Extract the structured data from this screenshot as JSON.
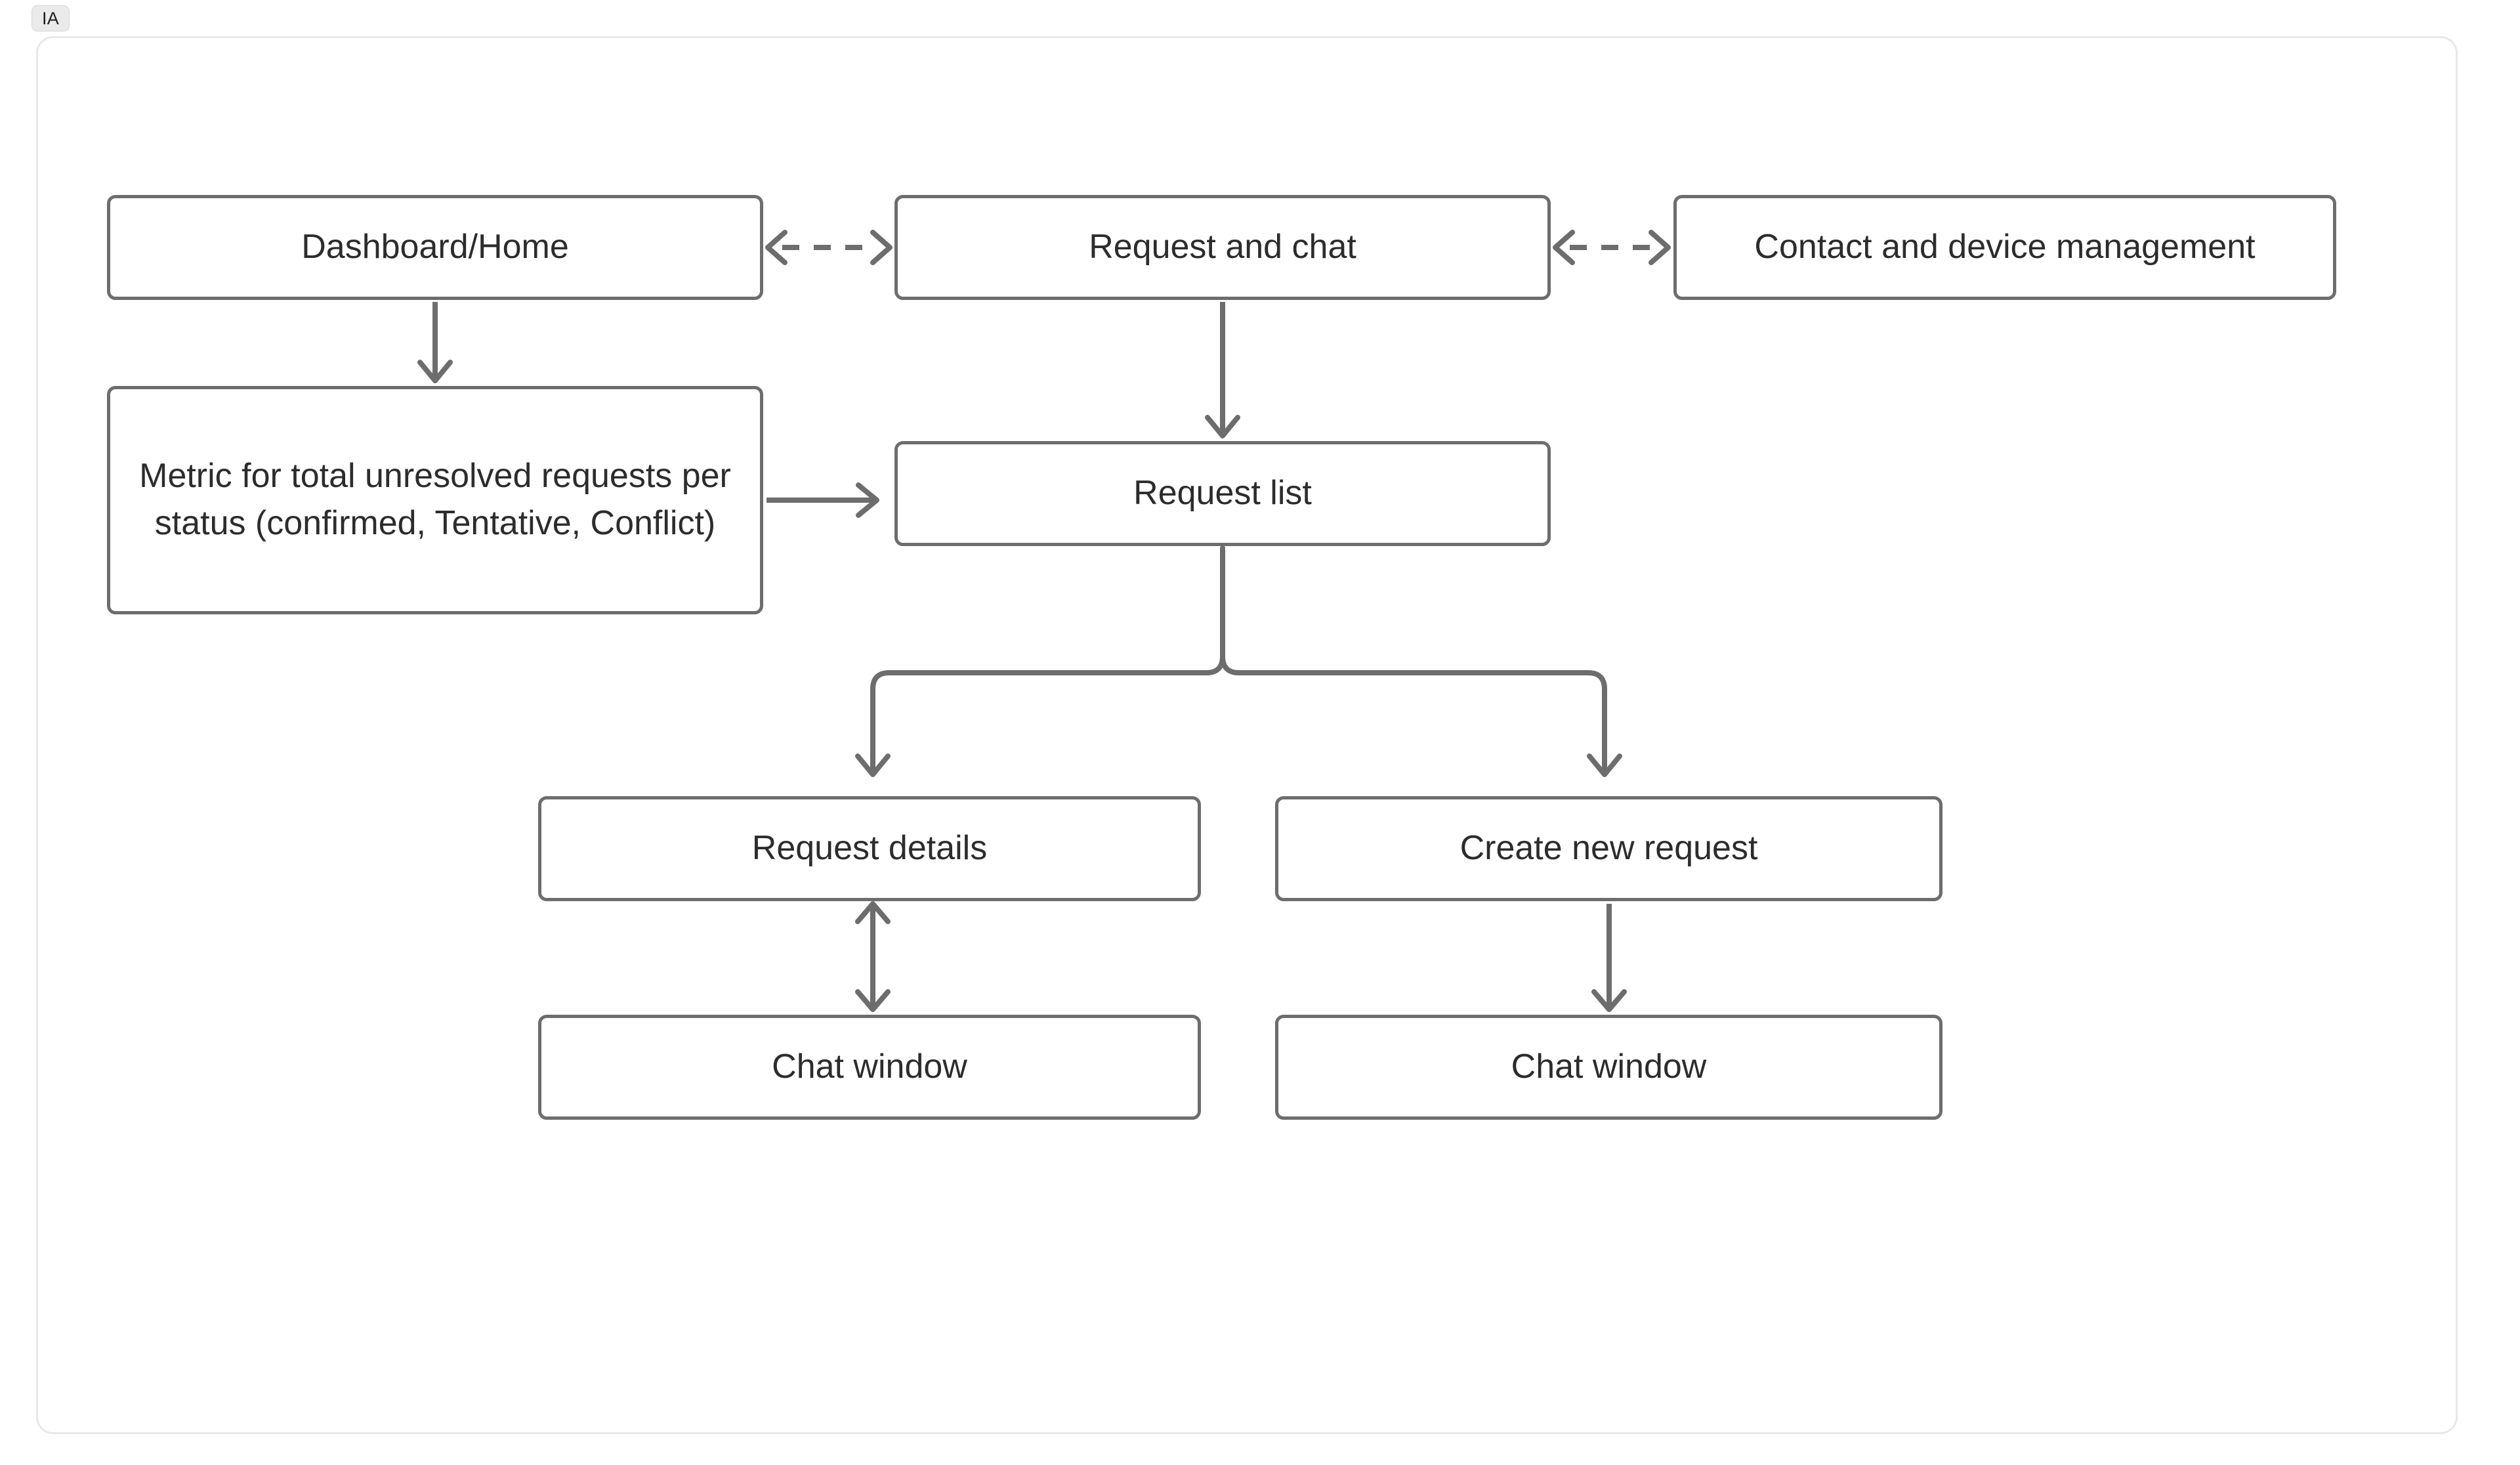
{
  "badge": {
    "label": "IA"
  },
  "diagram": {
    "type": "flowchart",
    "nodes": [
      {
        "id": "dashboard",
        "label": "Dashboard/Home"
      },
      {
        "id": "request-chat",
        "label": "Request and chat"
      },
      {
        "id": "contact-device",
        "label": "Contact and device management"
      },
      {
        "id": "metric",
        "label": "Metric for total unresolved requests per status (confirmed, Tentative, Conflict)"
      },
      {
        "id": "request-list",
        "label": "Request list"
      },
      {
        "id": "request-details",
        "label": "Request details"
      },
      {
        "id": "create-request",
        "label": "Create new request"
      },
      {
        "id": "chat-left",
        "label": "Chat window"
      },
      {
        "id": "chat-right",
        "label": "Chat window"
      }
    ],
    "edges": [
      {
        "from": "request-chat",
        "to": "dashboard",
        "style": "dashed",
        "direction": "bidirectional"
      },
      {
        "from": "request-chat",
        "to": "contact-device",
        "style": "dashed",
        "direction": "bidirectional"
      },
      {
        "from": "dashboard",
        "to": "metric",
        "style": "solid",
        "direction": "forward"
      },
      {
        "from": "metric",
        "to": "request-list",
        "style": "solid",
        "direction": "forward"
      },
      {
        "from": "request-chat",
        "to": "request-list",
        "style": "solid",
        "direction": "forward"
      },
      {
        "from": "request-list",
        "to": "request-details",
        "style": "solid",
        "direction": "forward"
      },
      {
        "from": "request-list",
        "to": "create-request",
        "style": "solid",
        "direction": "forward"
      },
      {
        "from": "request-details",
        "to": "chat-left",
        "style": "solid",
        "direction": "bidirectional"
      },
      {
        "from": "create-request",
        "to": "chat-right",
        "style": "solid",
        "direction": "forward"
      }
    ]
  },
  "colors": {
    "node_border": "#6d6d6d",
    "node_text": "#2c2c2c",
    "edge": "#6d6d6d",
    "canvas_border": "#e8e8e8",
    "badge_background": "#eaeaea",
    "background": "#ffffff"
  }
}
